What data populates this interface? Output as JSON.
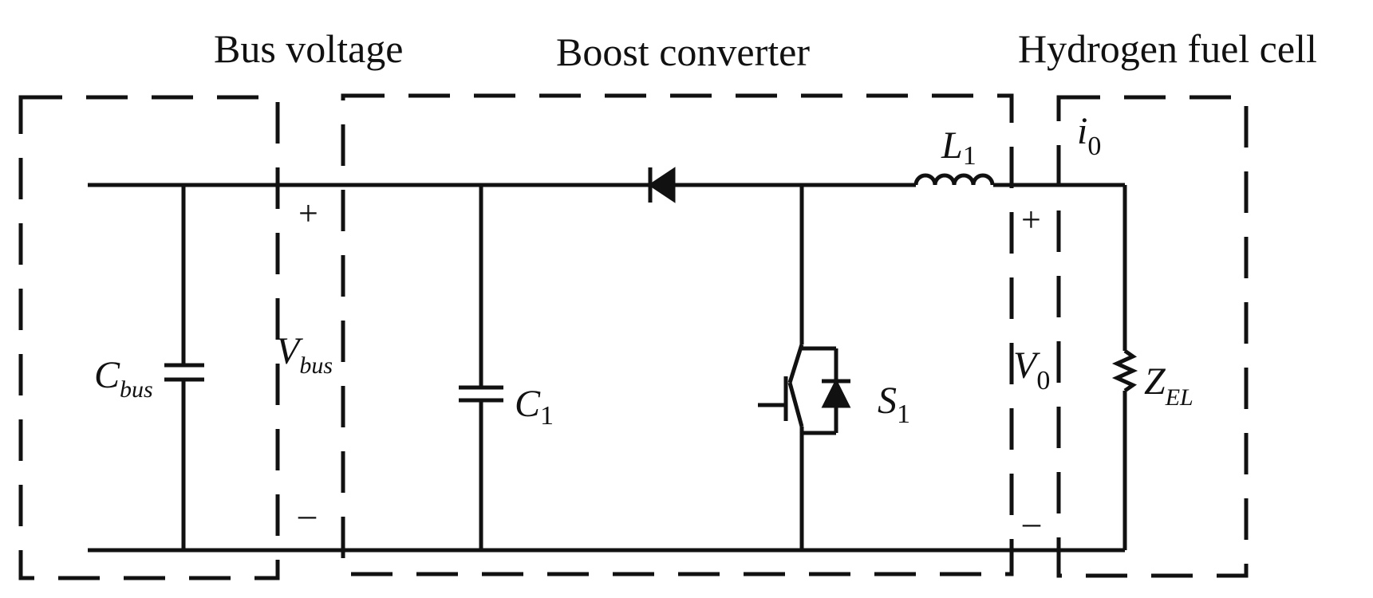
{
  "sections": {
    "bus_voltage": "Bus voltage",
    "boost_converter": "Boost converter",
    "fuel_cell": "Hydrogen fuel cell"
  },
  "components": {
    "c_bus": {
      "main": "C",
      "sub": "bus"
    },
    "v_bus": {
      "main": "V",
      "sub": "bus"
    },
    "c_1": {
      "main": "C",
      "sub": "1"
    },
    "s_1": {
      "main": "S",
      "sub": "1"
    },
    "l_1": {
      "main": "L",
      "sub": "1"
    },
    "v_0": {
      "main": "V",
      "sub": "0"
    },
    "i_0": {
      "main": "i",
      "sub": "0"
    },
    "z_el": {
      "main": "Z",
      "sub": "EL"
    }
  },
  "polarity": {
    "plus": "+",
    "minus": "–"
  }
}
